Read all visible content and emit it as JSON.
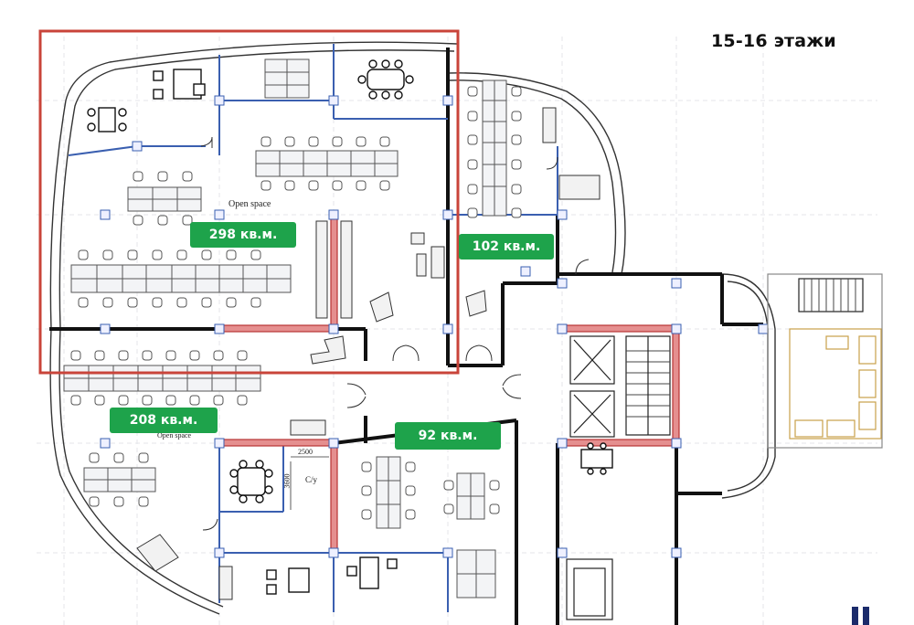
{
  "floor_title": "15-16 этажи",
  "zones": [
    {
      "label": "298 кв.м."
    },
    {
      "label": "102 кв.м."
    },
    {
      "label": "208 кв.м."
    },
    {
      "label": "92 кв.м."
    }
  ],
  "room_labels": {
    "open_space": "Open space",
    "open_space_lower": "Open space",
    "wc": "С/у",
    "dim_width": "2500",
    "dim_height": "3600"
  },
  "colors": {
    "highlight_frame": "#c9443a",
    "badge": "#1ea34b",
    "wall_red": "#d34b4b",
    "partition_blue": "#3a5fb0"
  }
}
